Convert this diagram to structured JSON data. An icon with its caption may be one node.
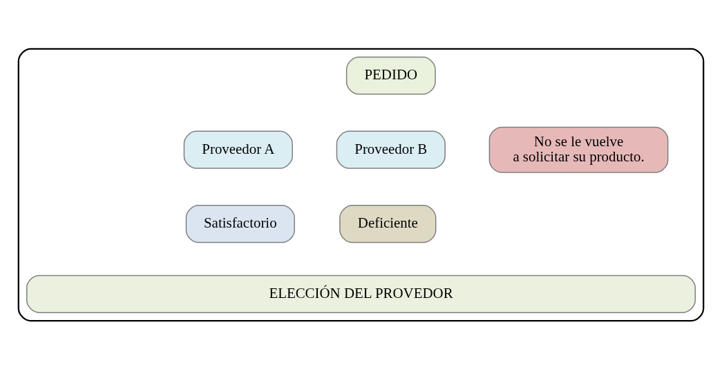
{
  "diagram": {
    "nodes": [
      {
        "text": [],
        "shape": "box"
      },
      {
        "text": [
          "PEDIDO"
        ],
        "in": 0
      },
      {
        "text": [
          "Proveedor A"
        ],
        "in": 0
      },
      {
        "text": [
          "Proveedor B"
        ],
        "in": 0
      },
      {
        "text": [
          "No se le vuelve a solicitar su producto."
        ],
        "in": 0
      },
      {
        "text": [
          "Satisfactorio"
        ],
        "in": 0
      },
      {
        "text": [
          "Deficiente"
        ],
        "in": 0
      },
      {
        "text": [
          "ELECCIÓN DEL PROVEDOR"
        ],
        "in": 0
      }
    ]
  }
}
